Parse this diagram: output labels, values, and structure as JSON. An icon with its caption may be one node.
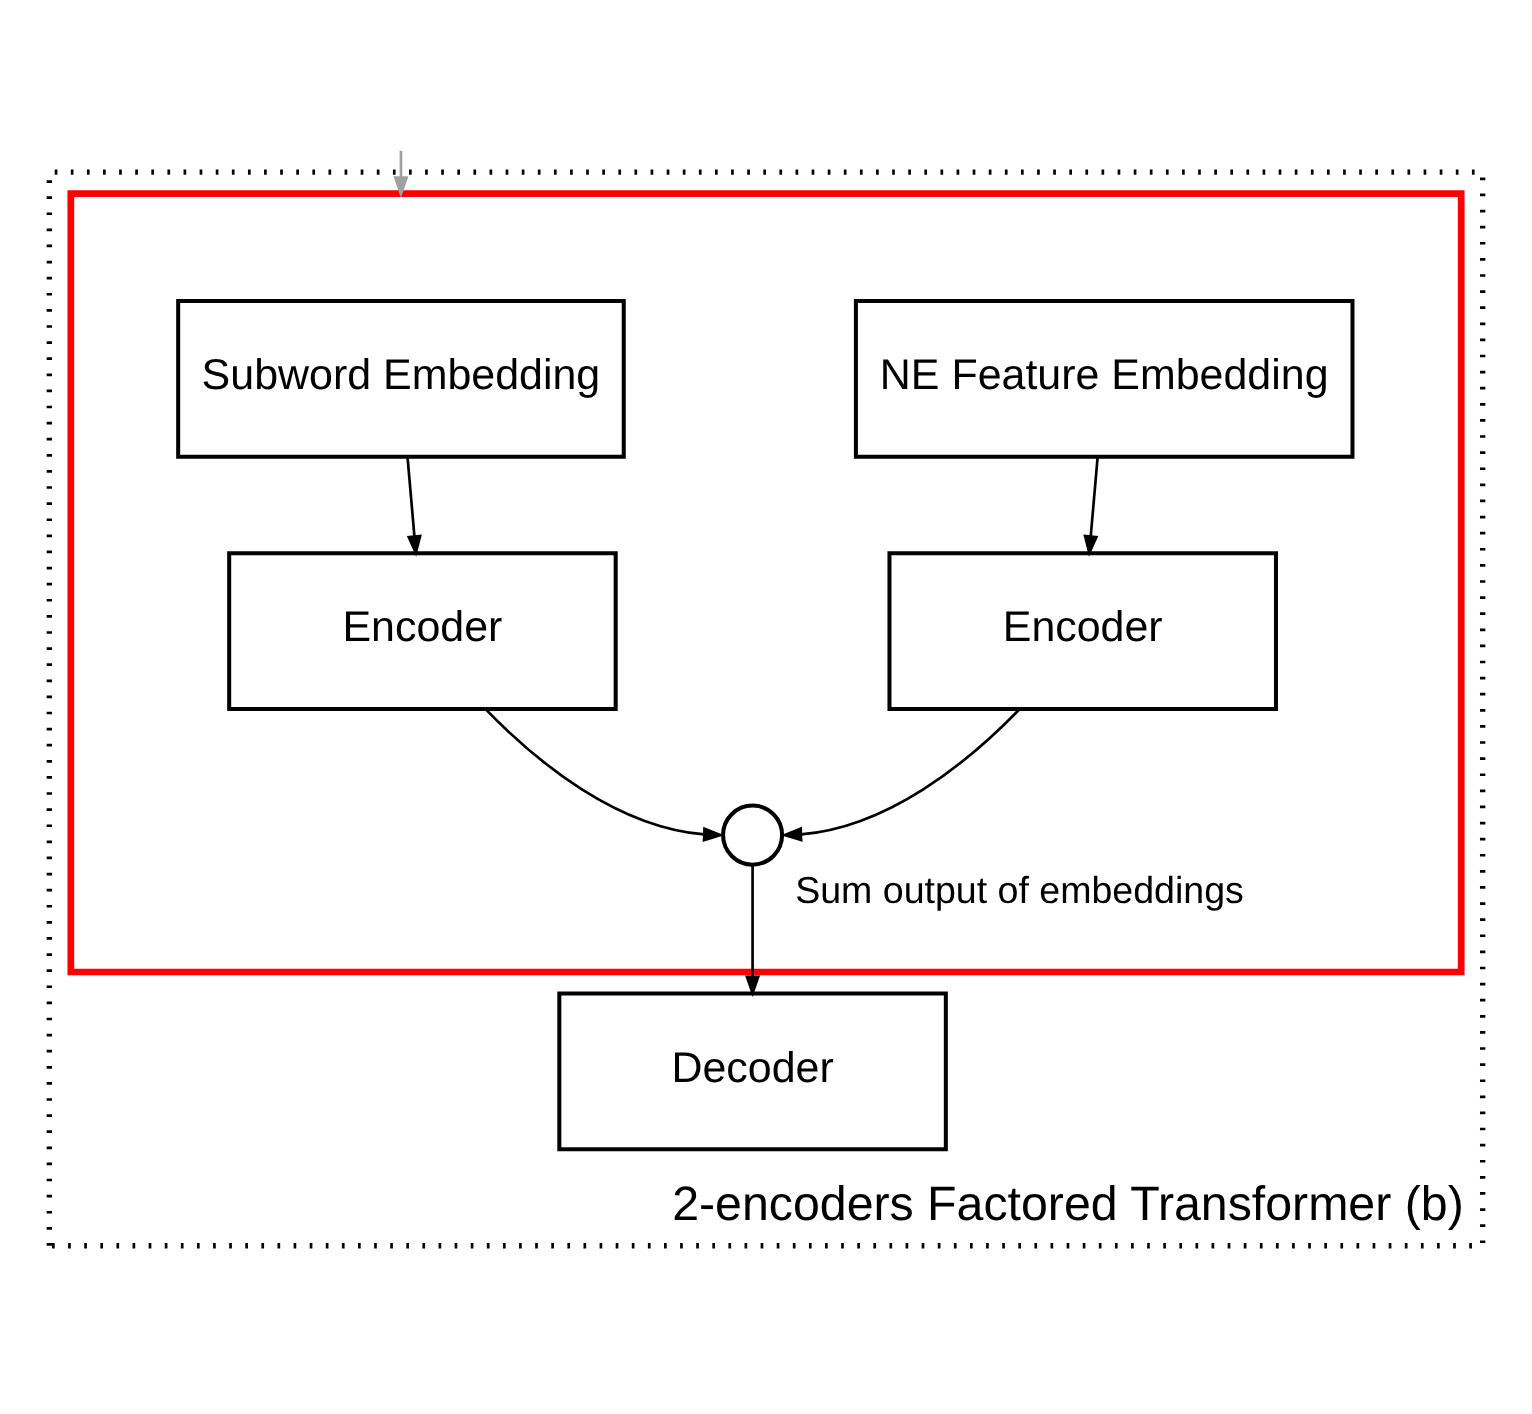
{
  "diagram": {
    "nodes": [
      {
        "text": [
          "2-encoders Factored Transformer (b)"
        ]
      },
      {
        "text": [],
        "shape": "box",
        "in": 0
      },
      {
        "text": [
          "Subword Embedding"
        ],
        "in": 1
      },
      {
        "text": [
          "NE Feature Embedding"
        ],
        "in": 1
      },
      {
        "text": [
          "Encoder"
        ],
        "in": 1
      },
      {
        "text": [
          "Encoder"
        ],
        "in": 1
      },
      {
        "text": [],
        "shape": "circle",
        "in": 1,
        "beside": [
          "Sum output of embeddings"
        ]
      },
      {
        "text": [
          "Decoder"
        ],
        "in": 0
      }
    ],
    "edges": [
      {
        "from": null,
        "to": 1,
        "arrow": "to",
        "color": "#a0a0a0"
      },
      {
        "from": 2,
        "to": 4,
        "arrow": "to"
      },
      {
        "from": 3,
        "to": 5,
        "arrow": "to"
      },
      {
        "from": 4,
        "to": 6,
        "arrow": "to"
      },
      {
        "from": 5,
        "to": 6,
        "arrow": "to"
      },
      {
        "from": 6,
        "to": 7,
        "arrow": "to"
      }
    ]
  }
}
